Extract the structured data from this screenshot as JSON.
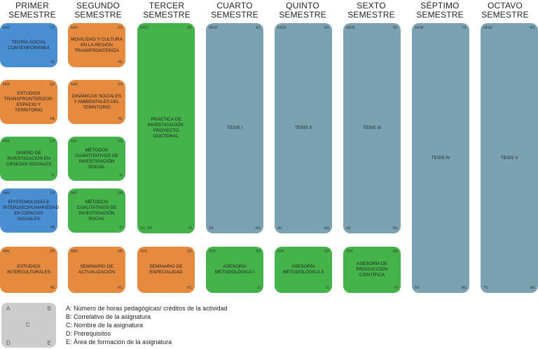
{
  "semesters": [
    {
      "line1": "PRIMER",
      "line2": "SEMESTRE"
    },
    {
      "line1": "SEGUNDO",
      "line2": "SEMESTRE"
    },
    {
      "line1": "TERCER",
      "line2": "SEMESTRE"
    },
    {
      "line1": "CUARTO",
      "line2": "SEMESTRE"
    },
    {
      "line1": "QUINTO",
      "line2": "SEMESTRE"
    },
    {
      "line1": "SEXTO",
      "line2": "SEMESTRE"
    },
    {
      "line1": "SÉPTIMO",
      "line2": "SEMESTRE"
    },
    {
      "line1": "OCTAVO",
      "line2": "SEMESTRE"
    }
  ],
  "courses": [
    {
      "a": "64/6",
      "b": "1/1",
      "c": "TEORÍA SOCIAL CONTEMPORÁNEA",
      "d": "",
      "e": "TE",
      "area": "blue"
    },
    {
      "a": "64/6",
      "b": "1/2",
      "c": "ESTUDIOS TRANSFRONTERIZOS: ESPACIO Y TERRITORIO",
      "d": "",
      "e": "FE",
      "area": "orange"
    },
    {
      "a": "64/6",
      "b": "1/3",
      "c": "DISEÑO DE INVESTIGACIÓN EN CIENCIAS SOCIALES",
      "d": "",
      "e": "FI",
      "area": "green"
    },
    {
      "a": "64/6",
      "b": "1/4",
      "c": "EPISTEMOLOGÍA E INTERDISCIPLINARIEDAD EN CIENCIAS SOCIALES",
      "d": "",
      "e": "FB",
      "area": "blue"
    },
    {
      "a": "64/6",
      "b": "1/5",
      "c": "ESTUDIOS INTERCULTURALES",
      "d": "",
      "e": "FE",
      "area": "orange"
    },
    {
      "a": "64/6",
      "b": "2/1",
      "c": "MOVILIDAD Y CULTURA EN LA REGIÓN TRANSFRONTERIZA",
      "d": "",
      "e": "FE",
      "area": "orange"
    },
    {
      "a": "64/6",
      "b": "2/2",
      "c": "DINÁMICAS SOCIALES Y AMBIENTALES DEL TERRITORIO",
      "d": "",
      "e": "FE",
      "area": "orange"
    },
    {
      "a": "64/7",
      "b": "2/3",
      "c": "MÉTODOS CUANTITATIVOS DE INVESTIGACIÓN SOCIAL",
      "d": "",
      "e": "FI",
      "area": "green"
    },
    {
      "a": "64/7",
      "b": "2/4",
      "c": "MÉTODOS CUALITATIVOS DE INVESTIGACIÓN SOCIAL",
      "d": "",
      "e": "FI",
      "area": "green"
    },
    {
      "a": "48/5",
      "b": "2/5",
      "c": "SEMINARIO DE ACTUALIZACIÓN",
      "d": "",
      "e": "FC",
      "area": "orange"
    },
    {
      "a": "64/27",
      "b": "3/1",
      "c": "PRÁCTICA DE INVESTIGACIÓN: PROYECTO DOCTORAL",
      "d": "1/1, 1/3",
      "e": "FI",
      "area": "green"
    },
    {
      "a": "32/3",
      "b": "3/2",
      "c": "SEMINARIO DE ESPECIALIDAD",
      "d": "",
      "e": "FC",
      "area": "orange"
    },
    {
      "a": "64/25",
      "b": "4/1",
      "c": "TESIS I",
      "d": "3/1",
      "e": "AG",
      "area": "slate"
    },
    {
      "a": "32/5",
      "b": "4/2",
      "c": "ASESORÍA METODOLÓGICA I",
      "d": "",
      "e": "FI",
      "area": "green"
    },
    {
      "a": "64/25",
      "b": "5/1",
      "c": "TESIS II",
      "d": "4/1",
      "e": "AG",
      "area": "slate"
    },
    {
      "a": "32/5",
      "b": "5/2",
      "c": "ASESORÍA METODOLÓGICA II",
      "d": "",
      "e": "FI",
      "area": "green"
    },
    {
      "a": "64/25",
      "b": "6/1",
      "c": "TESIS III",
      "d": "5/1",
      "e": "AG",
      "area": "slate"
    },
    {
      "a": "32/5",
      "b": "6/2",
      "c": "ASESORÍA DE PRODUCCIÓN CIENTÍFICA",
      "d": "",
      "e": "FI",
      "area": "green"
    },
    {
      "a": "64/30",
      "b": "7/1",
      "c": "TESIS IV",
      "d": "6/1",
      "e": "AG",
      "area": "slate"
    },
    {
      "a": "64/30",
      "b": "8/1",
      "c": "TESIS V",
      "d": "7/1",
      "e": "AG",
      "area": "slate"
    }
  ],
  "legend": {
    "box": {
      "a": "A",
      "b": "B",
      "c": "C",
      "d": "D",
      "e": "E"
    },
    "lines": [
      "A: Número de horas pedagógicas/ créditos de la actividad",
      "B: Correlativo de la asignatura",
      "C: Nombre de la asignatura",
      "D: Prerequisitos",
      "E: Área de formación de la asignatura"
    ]
  },
  "colors": {
    "blue": "#4a8fd4",
    "orange": "#e58a3e",
    "green": "#44b34a",
    "slate": "#7ba2b2"
  }
}
